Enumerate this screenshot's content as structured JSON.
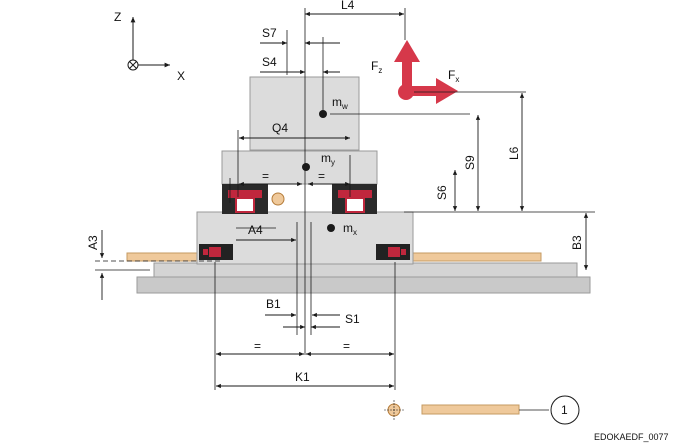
{
  "axes": {
    "z_label": "Z",
    "x_label": "X"
  },
  "forces": {
    "fz_main": "F",
    "fz_sub": "z",
    "fx_main": "F",
    "fx_sub": "x",
    "arrow_color": "#d6384a"
  },
  "masses": {
    "mw_main": "m",
    "mw_sub": "w",
    "my_main": "m",
    "my_sub": "y",
    "mx_main": "m",
    "mx_sub": "x"
  },
  "dims": {
    "L4": "L4",
    "S7": "S7",
    "S4": "S4",
    "Q4": "Q4",
    "L6": "L6",
    "S9": "S9",
    "S6": "S6",
    "A3": "A3",
    "A4": "A4",
    "B3": "B3",
    "B1": "B1",
    "S1": "S1",
    "K1": "K1",
    "eq_upper_left": "=",
    "eq_upper_right": "=",
    "eq_lower_left": "=",
    "eq_lower_right": "="
  },
  "legend": {
    "callout_number": "1"
  },
  "figure_ref": "EDOKAEDF_0077",
  "colors": {
    "body_gray": "#dcdcdc",
    "body_dark": "#b5b5b5",
    "wood": "#efc99b",
    "seal_red": "#c0273d",
    "line": "#1a1a1a"
  }
}
